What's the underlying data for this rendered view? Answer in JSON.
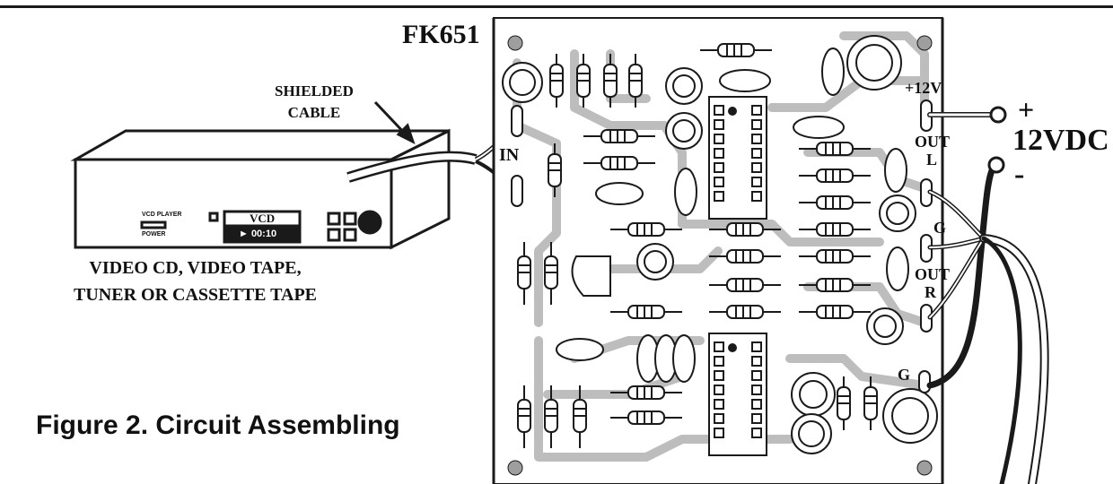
{
  "labels": {
    "model": "FK651",
    "shielded_line1": "SHIELDED",
    "shielded_line2": "CABLE",
    "caption_line1": "VIDEO CD, VIDEO TAPE,",
    "caption_line2": "TUNER OR CASSETTE TAPE",
    "figure_title": "Figure 2. Circuit Assembling",
    "input_label": "IN",
    "plus12v": "+12V",
    "out": "OUT",
    "left": "L",
    "ground": "G",
    "right": "R",
    "plus_sign": "+",
    "supply": "12VDC",
    "minus_sign": "-"
  },
  "vcd_player": {
    "brand": "VCD PLAYER",
    "power": "POWER",
    "display": "VCD",
    "time": "► 00:10"
  },
  "colors": {
    "ink": "#1a1a1a",
    "trace": "#9e9e9e",
    "board": "#cfcfcf"
  }
}
